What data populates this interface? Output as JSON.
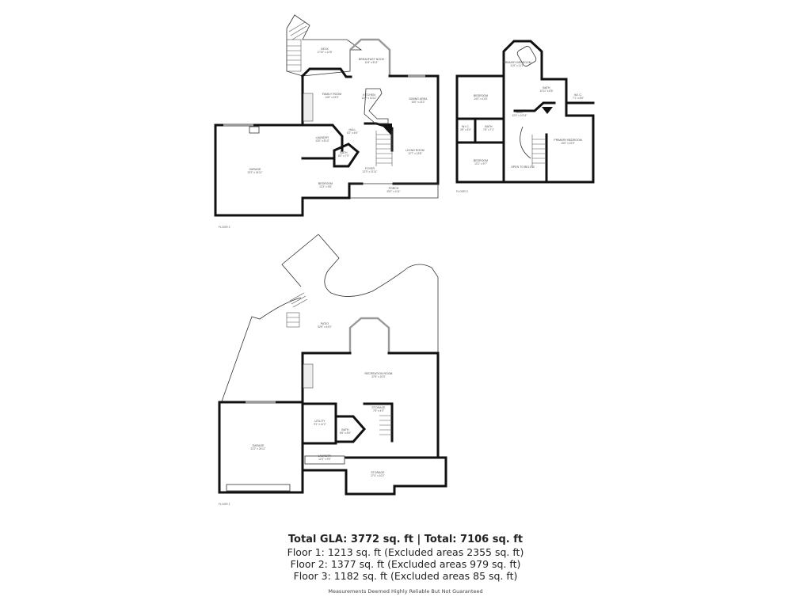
{
  "floors": [
    {
      "tag": "FLOOR 2",
      "rooms": [
        {
          "name": "DECK",
          "dim": "17'10\" x 12'8\""
        },
        {
          "name": "BREAKFAST NOOK",
          "dim": "11'6\" x 8'11\""
        },
        {
          "name": "FAMILY ROOM",
          "dim": "14'6\" x 16'0\""
        },
        {
          "name": "KITCHEN",
          "dim": "12'0\" x 12'11\""
        },
        {
          "name": "DINING AREA",
          "dim": "10'0\" x 13'2\""
        },
        {
          "name": "LAUNDRY",
          "dim": "13'0\" x 8'10\""
        },
        {
          "name": "HALL",
          "dim": "6'2\" x 6'6\""
        },
        {
          "name": "BATH",
          "dim": "8'0\" x 7'0\""
        },
        {
          "name": "GARAGE",
          "dim": "23'2\" x 24'11\""
        },
        {
          "name": "FOYER",
          "dim": "12'0\" x 11'11\""
        },
        {
          "name": "LIVING ROOM",
          "dim": "12'7\" x 13'8\""
        },
        {
          "name": "BEDROOM",
          "dim": "12'3\" x 9'8\""
        },
        {
          "name": "PORCH",
          "dim": "25'2\" x 4'11\""
        }
      ]
    },
    {
      "tag": "FLOOR 3",
      "rooms": [
        {
          "name": "PRIMARY BEDROOM",
          "dim": "11'6\" x 11'1\""
        },
        {
          "name": "BEDROOM",
          "dim": "14'0\" x 11'8\""
        },
        {
          "name": "BATH",
          "dim": "10'11\" x 8'6\""
        },
        {
          "name": "W.I.C.",
          "dim": "7'1\" x 8'6\""
        },
        {
          "name": "HALL",
          "dim": "12'0\" x 10'11\""
        },
        {
          "name": "W.I.C.",
          "dim": "3'9\" x 5'0\""
        },
        {
          "name": "BATH",
          "dim": "7'6\" x 7'1\""
        },
        {
          "name": "PRIMARY BEDROOM",
          "dim": "15'0\" x 22'0\""
        },
        {
          "name": "BEDROOM",
          "dim": "13'1\" x 9'7\""
        },
        {
          "name": "OPEN TO BELOW",
          "dim": ""
        }
      ]
    },
    {
      "tag": "FLOOR 1",
      "rooms": [
        {
          "name": "PATIO",
          "dim": "52'6\" x 44'0\""
        },
        {
          "name": "RECREATION ROOM",
          "dim": "37'6\" x 20'3\""
        },
        {
          "name": "STORAGE",
          "dim": "7'5\" x 4'9\""
        },
        {
          "name": "UTILITY",
          "dim": "9'1\" x 11'2\""
        },
        {
          "name": "BATH",
          "dim": "8'6\" x 5'6\""
        },
        {
          "name": "GARAGE",
          "dim": "23'2\" x 24'11\""
        },
        {
          "name": "LAUNDRY",
          "dim": "12'4\" x 9'0\""
        },
        {
          "name": "STORAGE",
          "dim": "27'4\" x 10'2\""
        }
      ]
    }
  ],
  "summary": {
    "total": "Total GLA: 3772 sq. ft | Total: 7106 sq. ft",
    "floor1": "Floor 1: 1213 sq. ft (Excluded areas 2355 sq. ft)",
    "floor2": "Floor 2: 1377 sq. ft (Excluded areas 979 sq. ft)",
    "floor3": "Floor 3: 1182 sq. ft (Excluded areas 85 sq. ft)",
    "disclaimer": "Measurements Deemed Highly Reliable But Not Guaranteed"
  }
}
